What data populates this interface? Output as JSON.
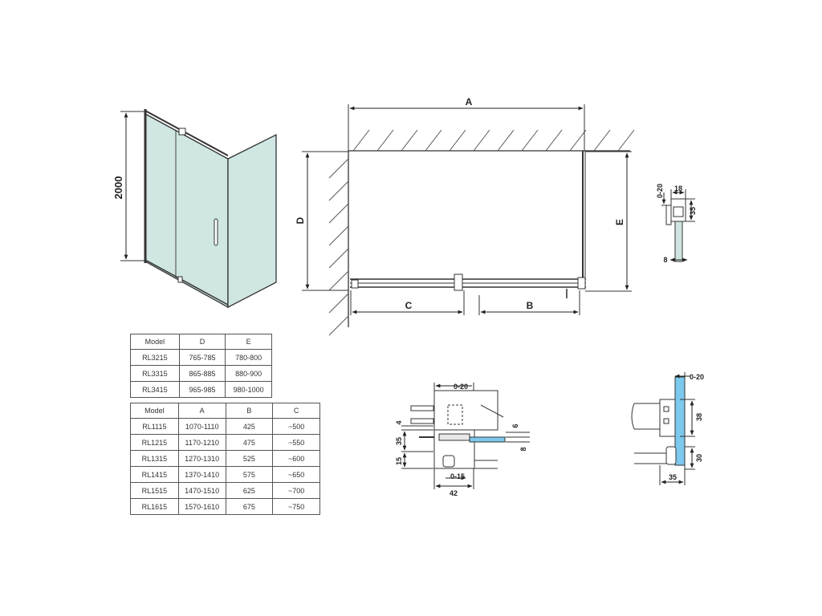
{
  "labels": {
    "height": "2000",
    "a": "A",
    "b": "B",
    "c": "C",
    "d": "D",
    "e": "E",
    "d1_gap": "0-20",
    "d1_width": "18",
    "d1_height": "35",
    "d1_glass": "8",
    "d2_gap": "0-20",
    "d2_4": "4",
    "d2_35": "35",
    "d2_15": "15",
    "d2_6": "6",
    "d2_8": "8",
    "d2_015": "0-15",
    "d2_42": "42",
    "d3_gap": "0-20",
    "d3_38": "38",
    "d3_30": "30",
    "d3_35": "35"
  },
  "table_de": {
    "headers": [
      "Model",
      "D",
      "E"
    ],
    "rows": [
      [
        "RL3215",
        "765-785",
        "780-800"
      ],
      [
        "RL3315",
        "865-885",
        "880-900"
      ],
      [
        "RL3415",
        "965-985",
        "980-1000"
      ]
    ]
  },
  "table_abc": {
    "headers": [
      "Model",
      "A",
      "B",
      "C"
    ],
    "rows": [
      [
        "RL1115",
        "1070-1110",
        "425",
        "~500"
      ],
      [
        "RL1215",
        "1170-1210",
        "475",
        "~550"
      ],
      [
        "RL1315",
        "1270-1310",
        "525",
        "~600"
      ],
      [
        "RL1415",
        "1370-1410",
        "575",
        "~650"
      ],
      [
        "RL1515",
        "1470-1510",
        "625",
        "~700"
      ],
      [
        "RL1615",
        "1570-1610",
        "675",
        "~750"
      ]
    ]
  },
  "colors": {
    "glass": "#cfe6e2",
    "glass_blue": "#7cc8ee",
    "line": "#222222"
  }
}
